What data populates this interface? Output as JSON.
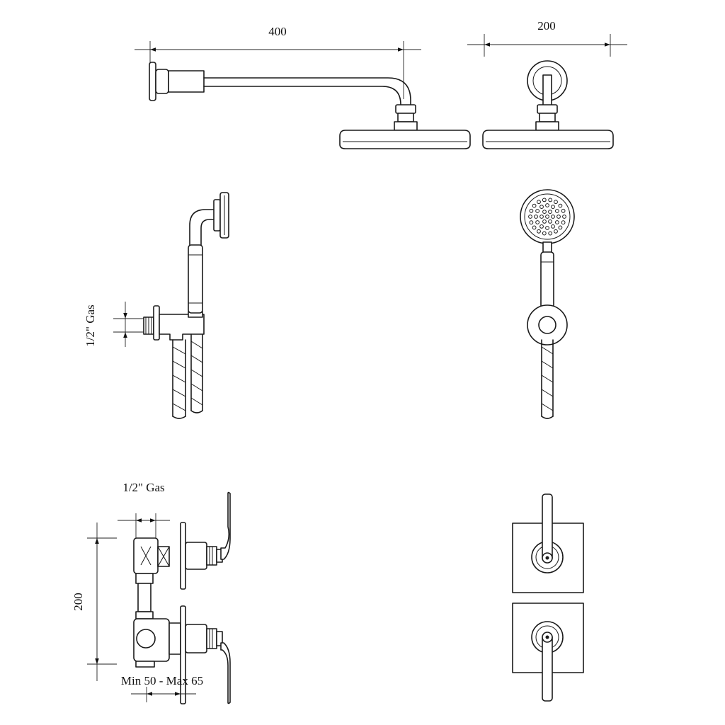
{
  "dimensions": {
    "arm_length": "400",
    "head_width": "200",
    "wall_outlet_thread": "1/2\" Gas",
    "valve_inlet_thread": "1/2\" Gas",
    "valve_spacing": "200",
    "wall_depth": "Min 50 - Max 65"
  }
}
